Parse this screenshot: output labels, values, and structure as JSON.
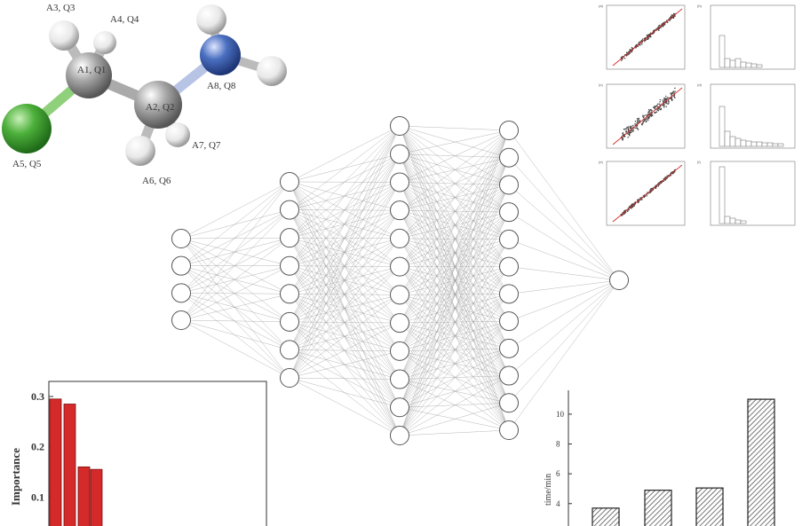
{
  "molecule": {
    "atoms": [
      {
        "label": "A3, Q3"
      },
      {
        "label": "A4, Q4"
      },
      {
        "label": "A1, Q1"
      },
      {
        "label": "A2, Q2"
      },
      {
        "label": "A8, Q8"
      },
      {
        "label": "A5, Q5"
      },
      {
        "label": "A6, Q6"
      },
      {
        "label": "A7, Q7"
      }
    ],
    "colors": {
      "carbon": "#9a9a9a",
      "chlorine": "#4caf3a",
      "nitrogen": "#4a6fc0",
      "hydrogen": "#e8e8e8"
    }
  },
  "network": {
    "layers": [
      4,
      8,
      12,
      12,
      1
    ],
    "node_fill": "#ffffff",
    "edge_color": "#999999"
  },
  "scatter_panels": {
    "labels": [
      "(a)",
      "(b)",
      "(c)",
      "(d)",
      "(e)",
      "(f)"
    ]
  },
  "importance_chart": {
    "chart_data": {
      "type": "bar",
      "ylabel": "Importance",
      "yticks": [
        "0.3",
        "0.2",
        "0.1"
      ],
      "values": [
        0.295,
        0.285,
        0.16,
        0.155
      ],
      "ylim": [
        0.03,
        0.33
      ],
      "bar_color": "#d42a2a"
    }
  },
  "time_chart": {
    "chart_data": {
      "type": "bar",
      "ylabel": "time/min",
      "yticks": [
        "10",
        "8",
        "6",
        "4"
      ],
      "values": [
        3.7,
        4.9,
        5.05,
        11.0
      ],
      "ylim": [
        2.5,
        11.6
      ],
      "bar_style": "hatched"
    }
  }
}
